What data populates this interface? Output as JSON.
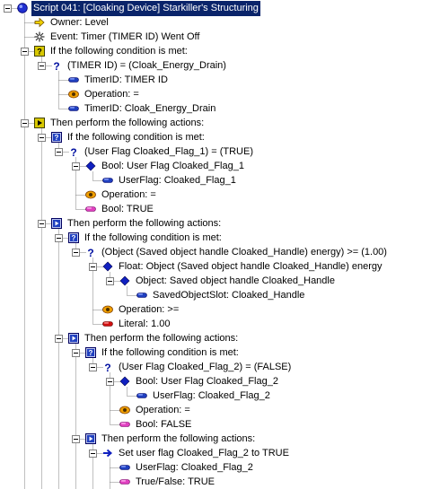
{
  "window": {
    "title": "Script Tree"
  },
  "rows": [
    {
      "depth": 0,
      "exp": true,
      "icon": "script-globe-icon",
      "text": "Script 041: [Cloaking Device] Starkiller's Structuring",
      "selected": true
    },
    {
      "depth": 1,
      "exp": false,
      "icon": "owner-arrow-icon",
      "text": "Owner: Level"
    },
    {
      "depth": 1,
      "exp": false,
      "icon": "event-star-icon",
      "text": "Event: Timer (TIMER ID) Went Off"
    },
    {
      "depth": 1,
      "exp": true,
      "icon": "condition-block-icon",
      "text": "If the following condition is met:"
    },
    {
      "depth": 2,
      "exp": true,
      "icon": "question-icon",
      "text": "(TIMER ID) = (Cloak_Energy_Drain)"
    },
    {
      "depth": 3,
      "exp": false,
      "icon": "blue-pill-icon",
      "text": "TimerID: TIMER ID"
    },
    {
      "depth": 3,
      "exp": false,
      "icon": "operation-eye-icon",
      "text": "Operation: ="
    },
    {
      "depth": 3,
      "exp": false,
      "icon": "blue-pill-icon",
      "text": "TimerID: Cloak_Energy_Drain"
    },
    {
      "depth": 1,
      "exp": true,
      "icon": "action-block-icon",
      "text": "Then perform the following actions:"
    },
    {
      "depth": 2,
      "exp": true,
      "icon": "blue-condition-icon",
      "text": "If the following condition is met:"
    },
    {
      "depth": 3,
      "exp": true,
      "icon": "question-icon",
      "text": "(User Flag Cloaked_Flag_1) = (TRUE)"
    },
    {
      "depth": 4,
      "exp": true,
      "icon": "diamond-icon",
      "text": "Bool: User Flag Cloaked_Flag_1"
    },
    {
      "depth": 5,
      "exp": false,
      "icon": "blue-pill-icon",
      "text": "UserFlag: Cloaked_Flag_1"
    },
    {
      "depth": 4,
      "exp": false,
      "icon": "operation-eye-icon",
      "text": "Operation: ="
    },
    {
      "depth": 4,
      "exp": false,
      "icon": "magenta-pill-icon",
      "text": "Bool: TRUE"
    },
    {
      "depth": 2,
      "exp": true,
      "icon": "blue-action-icon",
      "text": "Then perform the following actions:"
    },
    {
      "depth": 3,
      "exp": true,
      "icon": "blue-condition-icon",
      "text": "If the following condition is met:"
    },
    {
      "depth": 4,
      "exp": true,
      "icon": "question-icon",
      "text": "(Object (Saved object handle Cloaked_Handle) energy) >= (1.00)"
    },
    {
      "depth": 5,
      "exp": true,
      "icon": "diamond-icon",
      "text": "Float: Object (Saved object handle Cloaked_Handle) energy"
    },
    {
      "depth": 6,
      "exp": true,
      "icon": "diamond-icon",
      "text": "Object: Saved object handle Cloaked_Handle"
    },
    {
      "depth": 7,
      "exp": false,
      "icon": "blue-pill-icon",
      "text": "SavedObjectSlot: Cloaked_Handle"
    },
    {
      "depth": 5,
      "exp": false,
      "icon": "operation-eye-icon",
      "text": "Operation: >="
    },
    {
      "depth": 5,
      "exp": false,
      "icon": "red-pill-icon",
      "text": "Literal: 1.00"
    },
    {
      "depth": 3,
      "exp": true,
      "icon": "blue-action-icon",
      "text": "Then perform the following actions:"
    },
    {
      "depth": 4,
      "exp": true,
      "icon": "blue-condition-icon",
      "text": "If the following condition is met:"
    },
    {
      "depth": 5,
      "exp": true,
      "icon": "question-icon",
      "text": "(User Flag Cloaked_Flag_2) = (FALSE)"
    },
    {
      "depth": 6,
      "exp": true,
      "icon": "diamond-icon",
      "text": "Bool: User Flag Cloaked_Flag_2"
    },
    {
      "depth": 7,
      "exp": false,
      "icon": "blue-pill-icon",
      "text": "UserFlag: Cloaked_Flag_2"
    },
    {
      "depth": 6,
      "exp": false,
      "icon": "operation-eye-icon",
      "text": "Operation: ="
    },
    {
      "depth": 6,
      "exp": false,
      "icon": "magenta-pill-icon",
      "text": "Bool: FALSE"
    },
    {
      "depth": 4,
      "exp": true,
      "icon": "blue-action-icon",
      "text": "Then perform the following actions:"
    },
    {
      "depth": 5,
      "exp": true,
      "icon": "arrow-right-icon",
      "text": "Set user flag Cloaked_Flag_2 to TRUE"
    },
    {
      "depth": 6,
      "exp": false,
      "icon": "blue-pill-icon",
      "text": "UserFlag: Cloaked_Flag_2"
    },
    {
      "depth": 6,
      "exp": false,
      "icon": "magenta-pill-icon",
      "text": "True/False: TRUE"
    }
  ],
  "colors": {
    "selection": "#0a246a",
    "tree_line": "#808080",
    "blue_pill": "#1f3fbf",
    "magenta_pill": "#e040c0",
    "red_pill": "#d01010",
    "yellow_block": "#d8c800",
    "operation": "#e08000"
  }
}
